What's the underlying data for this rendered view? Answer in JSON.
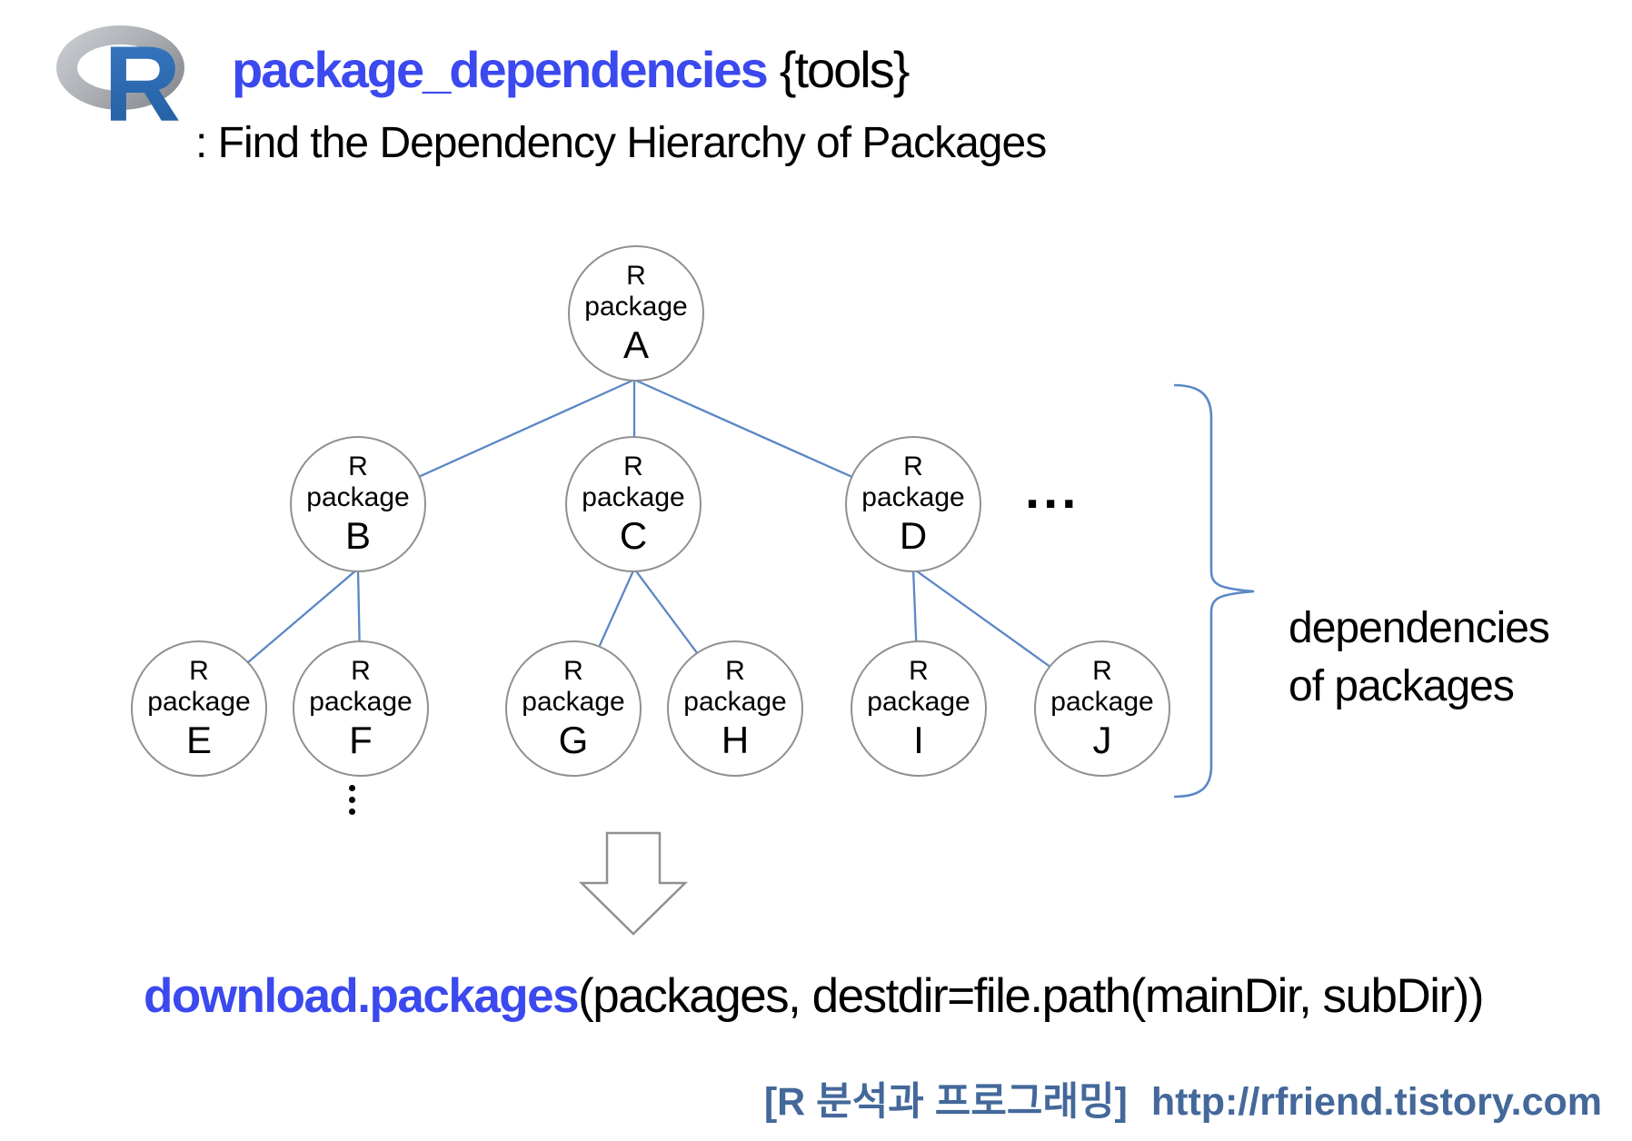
{
  "header": {
    "logo_letter": "R",
    "title_function": "package_dependencies",
    "title_package": "{tools}",
    "subtitle": ": Find the Dependency Hierarchy of Packages"
  },
  "diagram": {
    "node_top": "R",
    "node_mid": "package",
    "nodes": [
      {
        "letter": "A"
      },
      {
        "letter": "B"
      },
      {
        "letter": "C"
      },
      {
        "letter": "D"
      },
      {
        "letter": "E"
      },
      {
        "letter": "F"
      },
      {
        "letter": "G"
      },
      {
        "letter": "H"
      },
      {
        "letter": "I"
      },
      {
        "letter": "J"
      }
    ],
    "more_ellipsis": "...",
    "brace_label_line1": "dependencies",
    "brace_label_line2": "of packages"
  },
  "code": {
    "function_name": "download.packages",
    "arguments": "(packages, destdir=file.path(mainDir, subDir))"
  },
  "footer": {
    "korean_label": "[R 분석과 프로그래밍]",
    "url": "http://rfriend.tistory.com"
  },
  "colors": {
    "accent_blue": "#3b49ef",
    "edge_blue": "#5b87c5",
    "footer_blue": "#44689a",
    "node_border_gray": "#8f9092",
    "logo_blue": "#2566b2",
    "logo_ring_gray": "#aeb2b6"
  }
}
